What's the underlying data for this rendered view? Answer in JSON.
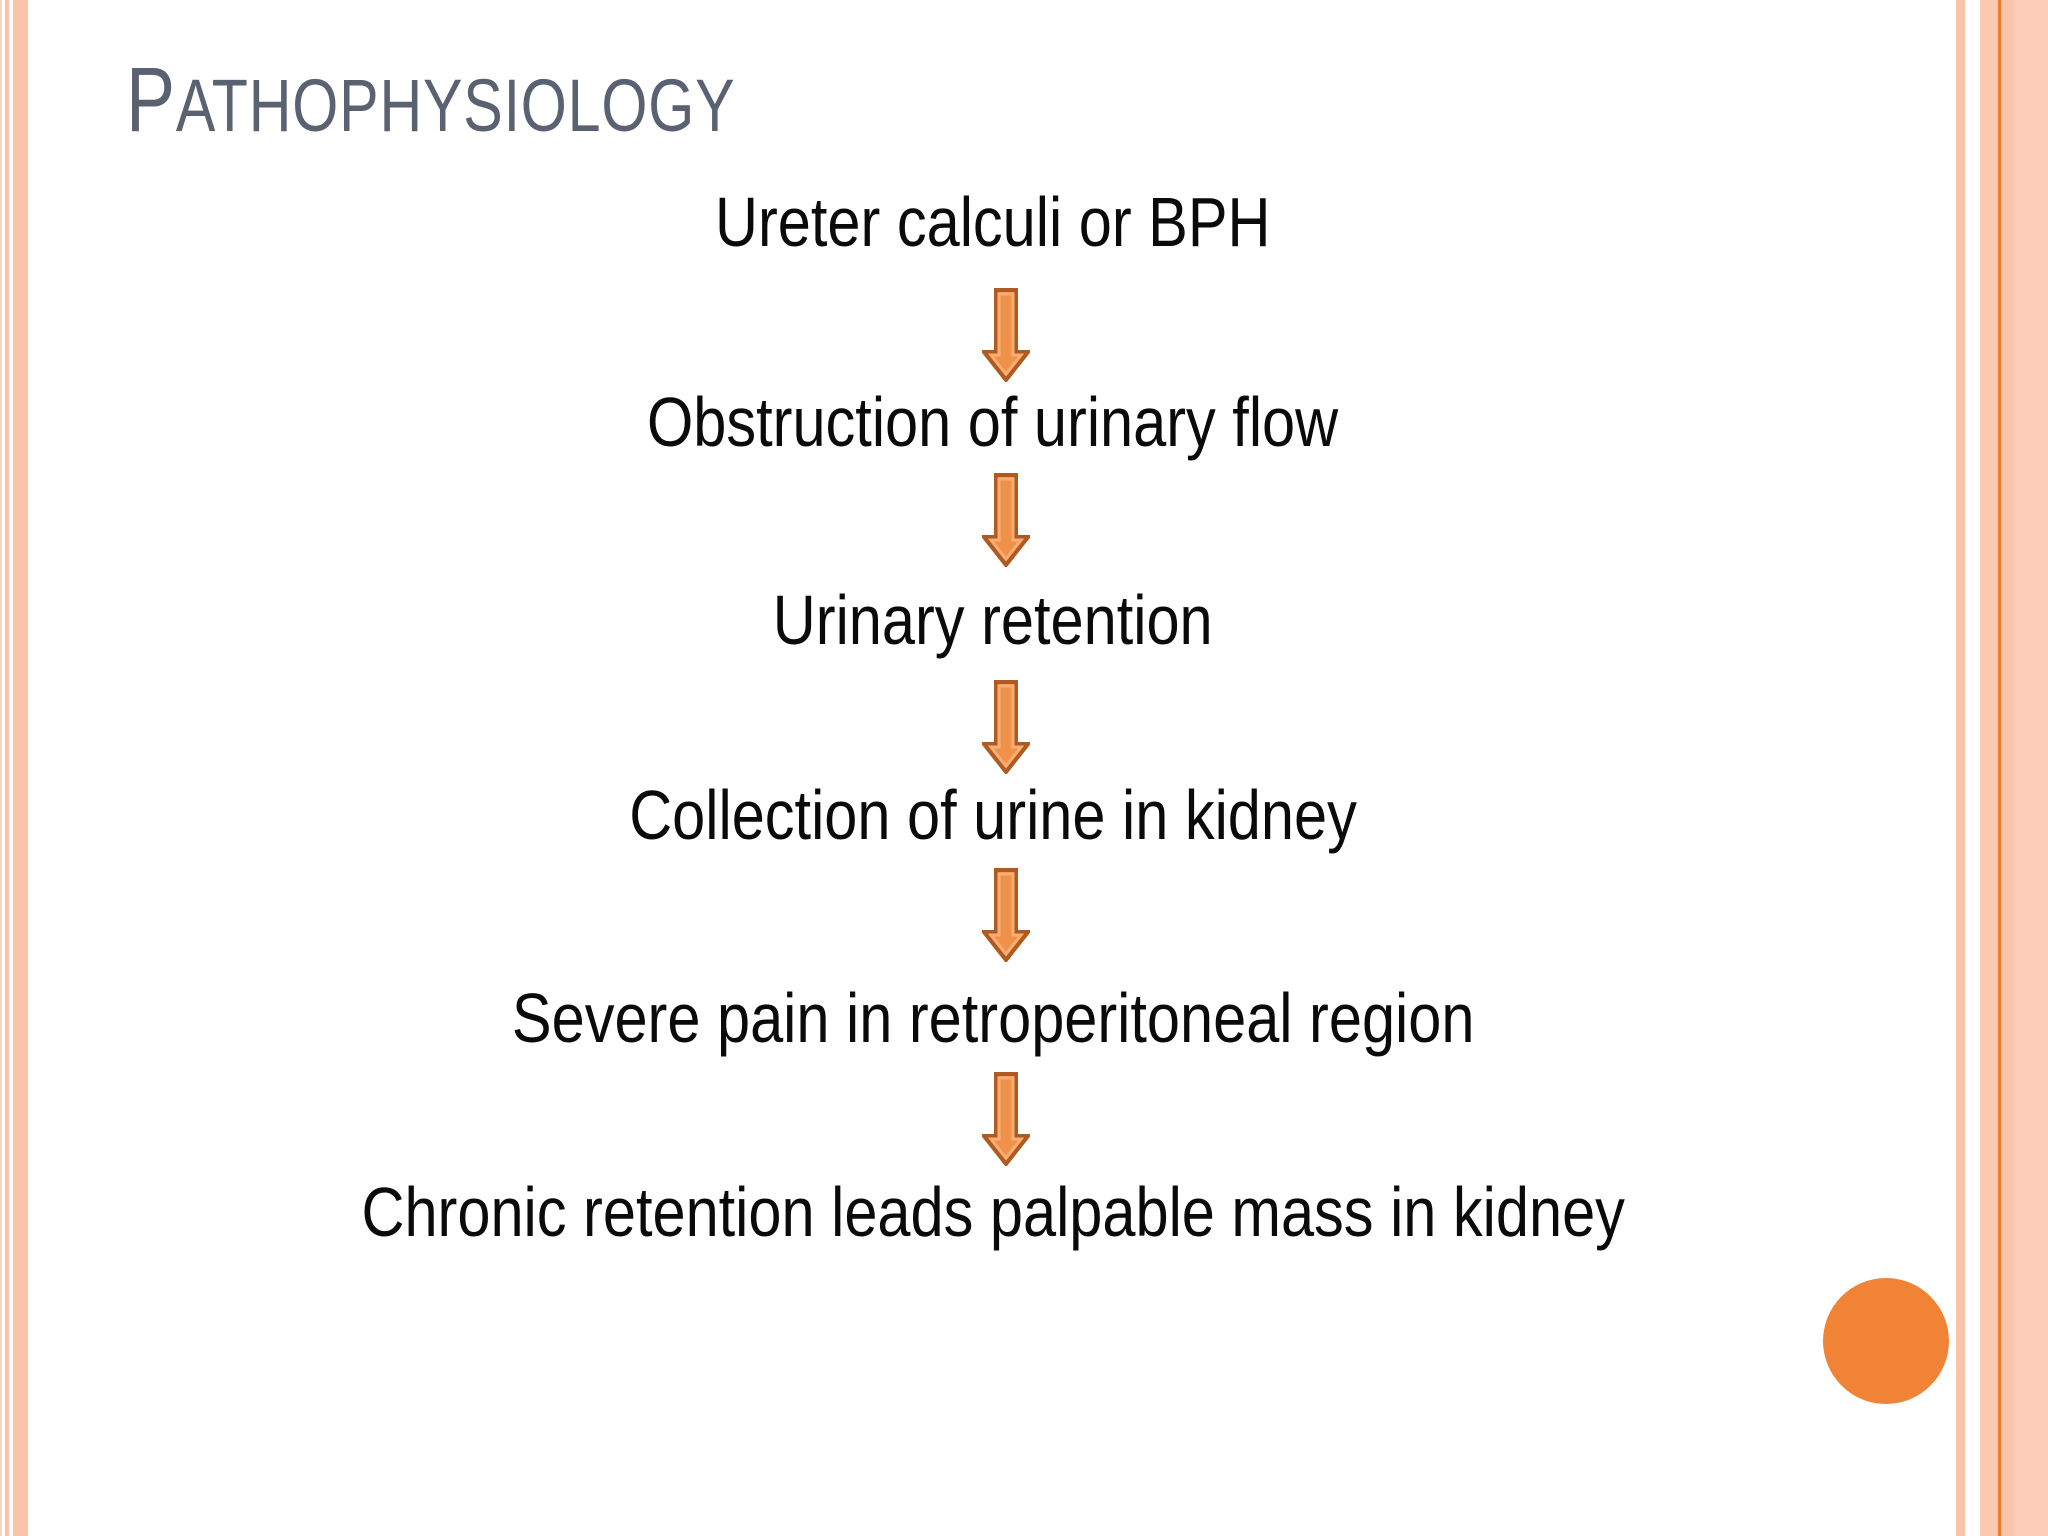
{
  "slide": {
    "title_text": "Pathophysiology",
    "title_first": "P",
    "title_rest": "ATHOPHYSIOLOGY"
  },
  "flow": {
    "connector_icon": "down-arrow",
    "steps": [
      {
        "label": "Ureter calculi or BPH"
      },
      {
        "label": "Obstruction of urinary flow"
      },
      {
        "label": "Urinary retention"
      },
      {
        "label": "Collection of urine in kidney"
      },
      {
        "label": "Severe pain in retroperitoneal region"
      },
      {
        "label": "Chronic retention leads palpable mass in kidney"
      }
    ]
  },
  "theme": {
    "title_color": "#5A6170",
    "text_color": "#0A0A0A",
    "arrow_fill": "#F0914A",
    "arrow_border": "#AE5A21",
    "arrow_highlight": "#F7AE74",
    "circle_color": "#F08336",
    "stripe_peach": "#FBC4A9",
    "stripe_peach_light": "#FCD5C2",
    "stripe_orange_line": "#EC7C2F",
    "background": "#FFFFFF"
  }
}
